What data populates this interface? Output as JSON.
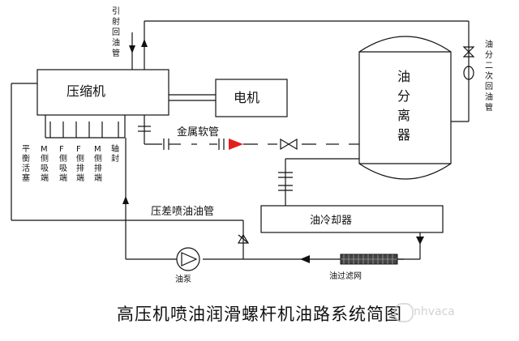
{
  "diagram": {
    "compressor": "压缩机",
    "motor": "电机",
    "separator": [
      "油",
      "分",
      "离",
      "器"
    ],
    "cooler": "油冷却器",
    "pump": "油泵",
    "filter": "油过滤网",
    "flex_hose": "金属软管",
    "diff_pipe": "压差喷油油管",
    "return_pipe_top": [
      "引",
      "射",
      "回",
      "油",
      "管"
    ],
    "secondary_return": [
      "油",
      "分",
      "二",
      "次",
      "回",
      "油",
      "管"
    ],
    "ports": {
      "balance_piston": [
        "平",
        "衡",
        "活",
        "塞"
      ],
      "m_suction": [
        "M",
        "侧",
        "吸",
        "端"
      ],
      "f_suction": [
        "F",
        "侧",
        "吸",
        "端"
      ],
      "f_discharge": [
        "F",
        "侧",
        "排",
        "端"
      ],
      "m_discharge": [
        "M",
        "侧",
        "排",
        "端"
      ],
      "shaft_seal": [
        "轴",
        "封"
      ]
    }
  },
  "caption": "高压机喷油润滑螺杆机油路系统简图",
  "watermark": "nhvaca",
  "colors": {
    "line": "#111111",
    "arrow_red": "#e41e1e",
    "filter_fill": "#555555"
  }
}
